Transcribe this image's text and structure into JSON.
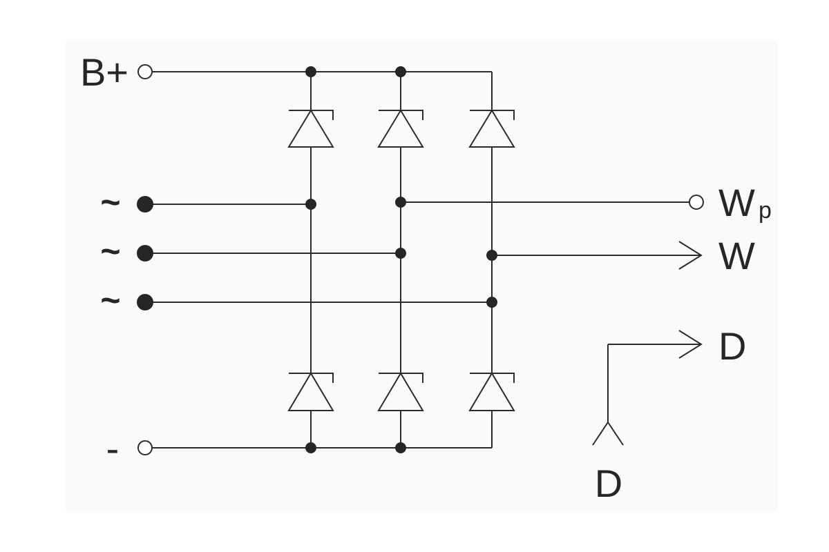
{
  "labels": {
    "b_plus": "B+",
    "minus": "-",
    "ac_1": "~",
    "ac_2": "~",
    "ac_3": "~",
    "w_p_main": "W",
    "w_p_sub": "p",
    "w": "W",
    "d_output": "D",
    "d_input": "D"
  },
  "colors": {
    "line": "#2b2b2b",
    "background": "#ffffff"
  }
}
